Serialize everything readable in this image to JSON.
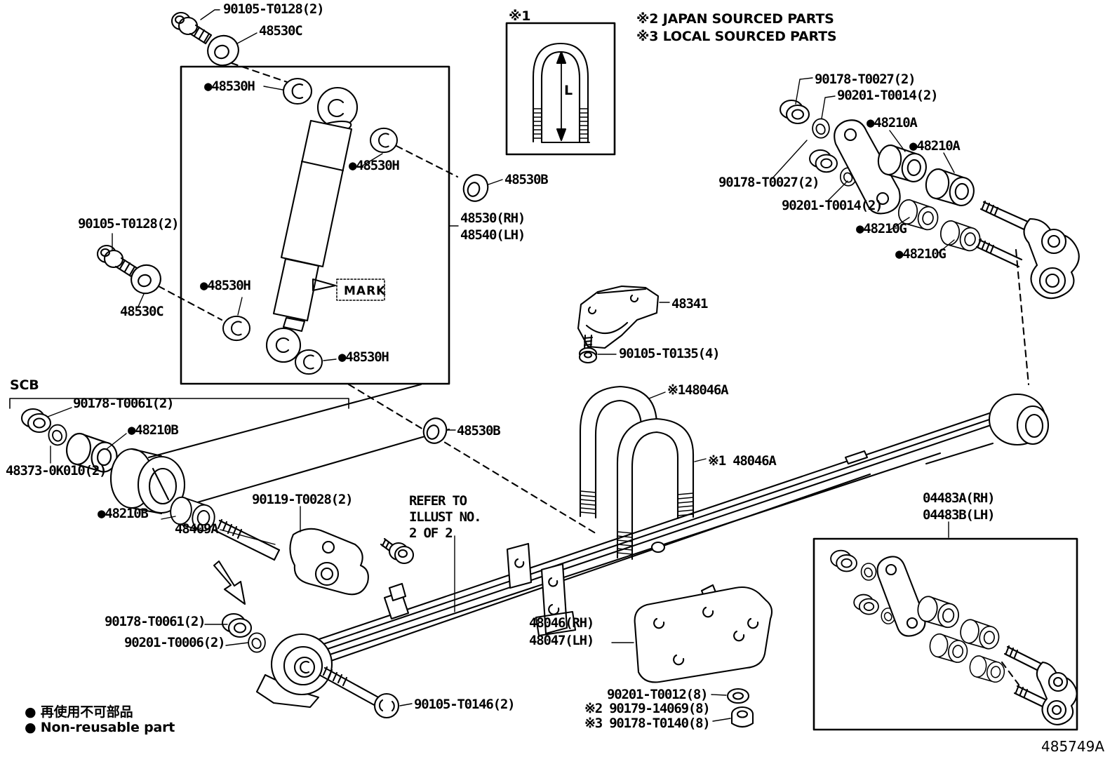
{
  "doc": {
    "drawing_number": "485749A",
    "legend_jp": "● 再使用不可部品",
    "legend_en": "● Non-reusable part",
    "note_japan": "※2 JAPAN SOURCED PARTS",
    "note_local": "※3 LOCAL SOURCED PARTS",
    "inset_ref": "※1",
    "inset_dim": "L",
    "scb": "SCB",
    "mark": "MARK",
    "refer1": "REFER TO",
    "refer2": "ILLUST NO.",
    "refer3": "2 OF 2"
  },
  "parts": {
    "p90105_t0128_top": "90105-T0128(2)",
    "p48530c_top": "48530C",
    "p48530h_1": "●48530H",
    "p48530h_2": "●48530H",
    "p48530b_top": "48530B",
    "p48530_rh": "48530(RH)",
    "p48540_lh": "48540(LH)",
    "p48530h_3": "●48530H",
    "p48530h_4": "●48530H",
    "p90105_t0128_left": "90105-T0128(2)",
    "p48530c_left": "48530C",
    "p90178_t0027_a": "90178-T0027(2)",
    "p90201_t0014_a": "90201-T0014(2)",
    "p48210a_1": "●48210A",
    "p48210a_2": "●48210A",
    "p90178_t0027_b": "90178-T0027(2)",
    "p90201_t0014_b": "90201-T0014(2)",
    "p48210g_1": "●48210G",
    "p48210g_2": "●48210G",
    "p48341": "48341",
    "p90105_t0135": "90105-T0135(4)",
    "p48046a_1": "※148046A",
    "p48046a_2": "※1 48046A",
    "p90178_t0061_a": "90178-T0061(2)",
    "p48210b_1": "●48210B",
    "p48373": "48373-0K010(2)",
    "p48210b_2": "●48210B",
    "p90119_t0028": "90119-T0028(2)",
    "p48409a": "48409A",
    "p48530b_mid": "48530B",
    "p90178_t0061_b": "90178-T0061(2)",
    "p90201_t0006": "90201-T0006(2)",
    "p90105_t0146": "90105-T0146(2)",
    "p48046_rh": "48046(RH)",
    "p48047_lh": "48047(LH)",
    "p90201_t0012": "90201-T0012(8)",
    "p90179_14069": "※2 90179-14069(8)",
    "p90178_t0140": "※3 90178-T0140(8)",
    "p04483a_rh": "04483A(RH)",
    "p04483b_lh": "04483B(LH)"
  }
}
